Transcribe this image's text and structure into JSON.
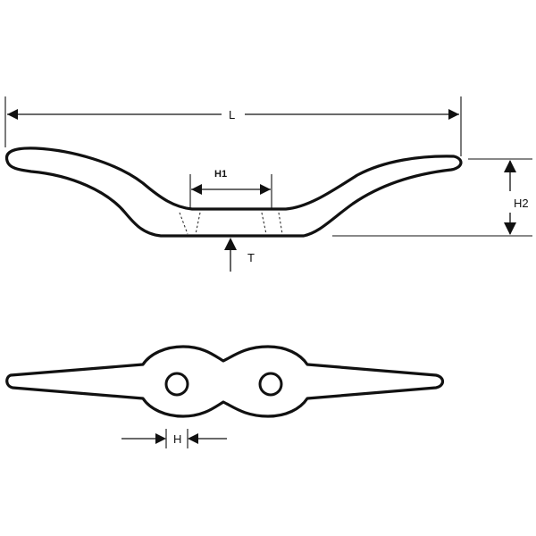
{
  "labels": {
    "length": "L",
    "inner_length": "H1",
    "height": "H2",
    "thickness": "T",
    "hole": "H"
  }
}
